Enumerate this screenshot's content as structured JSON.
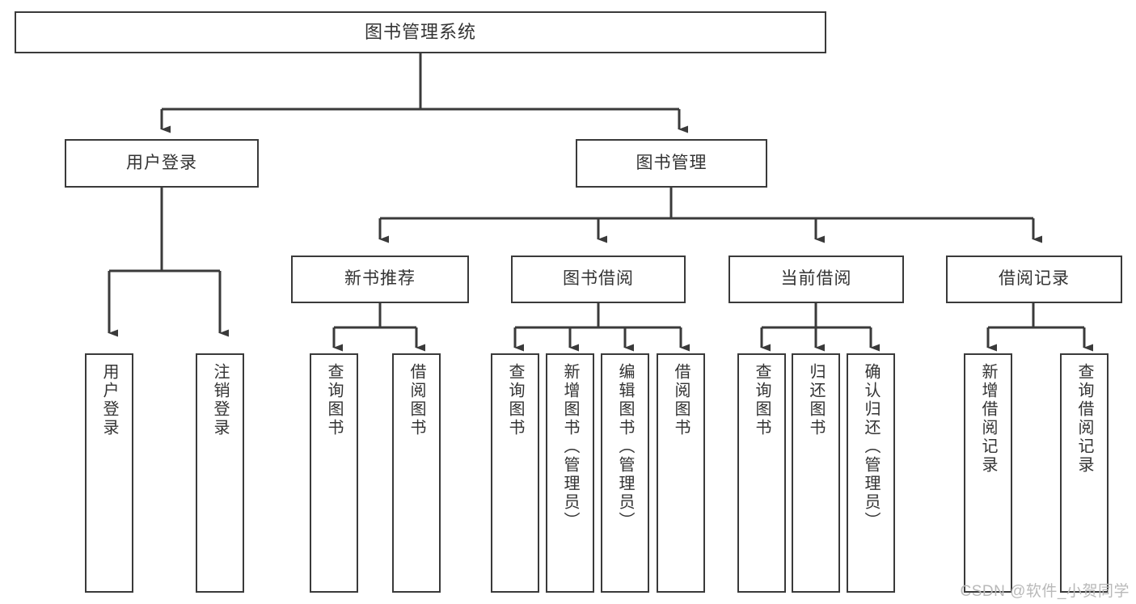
{
  "diagram": {
    "title": "图书管理系统",
    "type": "hierarchy-tree",
    "style": {
      "box_border_color": "#3a3a3a",
      "box_fill": "#ffffff",
      "text_color": "#333333",
      "connector_color": "#3a3a3a",
      "watermark_color": "#b9b9b9"
    },
    "root": {
      "label": "图书管理系统"
    },
    "level2": [
      {
        "label": "用户登录"
      },
      {
        "label": "图书管理"
      }
    ],
    "level3": [
      {
        "label": "新书推荐"
      },
      {
        "label": "图书借阅"
      },
      {
        "label": "当前借阅"
      },
      {
        "label": "借阅记录"
      }
    ],
    "leaves": {
      "user_login": [
        {
          "label": "用户登录"
        },
        {
          "label": "注销登录"
        }
      ],
      "new_book_recommend": [
        {
          "label": "查询图书"
        },
        {
          "label": "借阅图书"
        }
      ],
      "book_borrow": [
        {
          "label": "查询图书"
        },
        {
          "label": "新增图书（管理员）"
        },
        {
          "label": "编辑图书（管理员）"
        },
        {
          "label": "借阅图书"
        }
      ],
      "current_borrow": [
        {
          "label": "查询图书"
        },
        {
          "label": "归还图书"
        },
        {
          "label": "确认归还（管理员）"
        }
      ],
      "borrow_record": [
        {
          "label": "新增借阅记录"
        },
        {
          "label": "查询借阅记录"
        }
      ]
    },
    "watermark": "CSDN @软件_小贺同学"
  }
}
